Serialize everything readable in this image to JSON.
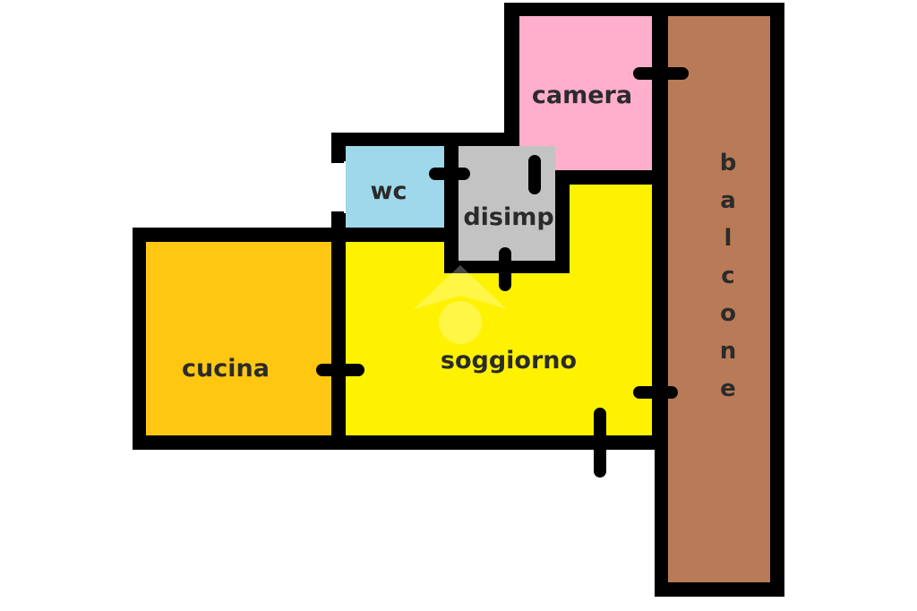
{
  "floorplan": {
    "rooms": [
      {
        "id": "camera",
        "label": "camera",
        "color": "#ffaecb"
      },
      {
        "id": "wc",
        "label": "wc",
        "color": "#9ed8ea"
      },
      {
        "id": "disimp",
        "label": "disimp",
        "color": "#c3c3c3"
      },
      {
        "id": "cucina",
        "label": "cucina",
        "color": "#ffc712"
      },
      {
        "id": "soggiorno",
        "label": "soggiorno",
        "color": "#fff200"
      },
      {
        "id": "balcone",
        "label": "balcone",
        "color": "#b97a57"
      }
    ],
    "balcone_letters": [
      "b",
      "a",
      "l",
      "c",
      "o",
      "n",
      "e"
    ],
    "wall_color": "#000000",
    "watermark_icon": "house-logo-icon"
  }
}
